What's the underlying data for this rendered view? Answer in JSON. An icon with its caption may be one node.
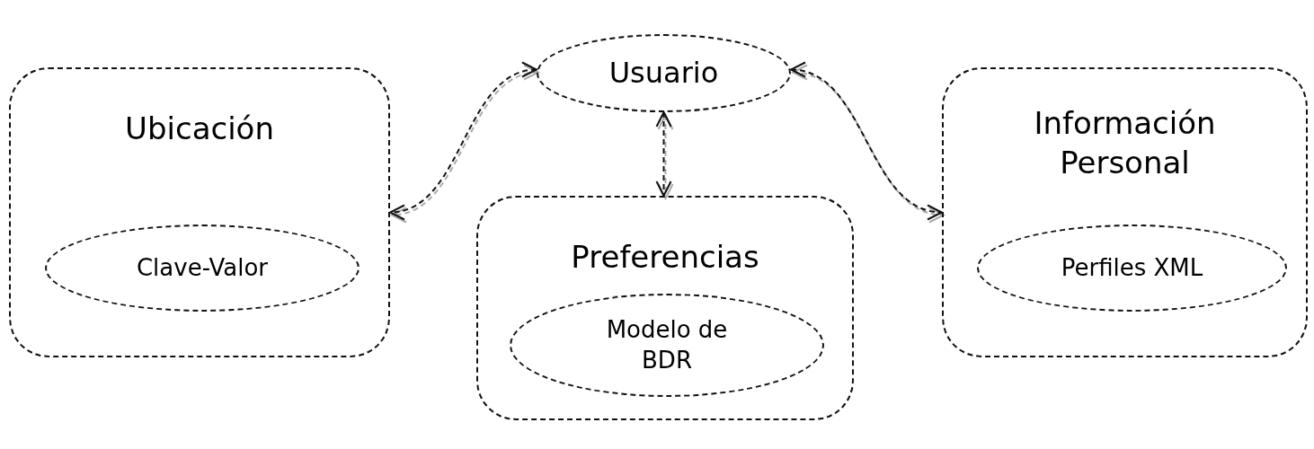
{
  "diagram": {
    "nodes": [
      {
        "text": [
          "Usuario"
        ]
      },
      {
        "text": [
          "Ubicación"
        ]
      },
      {
        "text": [
          "Clave-Valor"
        ],
        "in": 1
      },
      {
        "text": [
          "Preferencias"
        ]
      },
      {
        "text": [
          "Modelo de BDR"
        ],
        "in": 3
      },
      {
        "text": [
          "Información Personal"
        ]
      },
      {
        "text": [
          "Perfiles XML"
        ],
        "in": 5
      }
    ],
    "edges": [
      {
        "from": 0,
        "to": 1,
        "arrow": "both",
        "style": "dashed"
      },
      {
        "from": 0,
        "to": 3,
        "arrow": "both",
        "style": "dashed"
      },
      {
        "from": 0,
        "to": 5,
        "arrow": "both",
        "style": "dashed"
      }
    ]
  }
}
